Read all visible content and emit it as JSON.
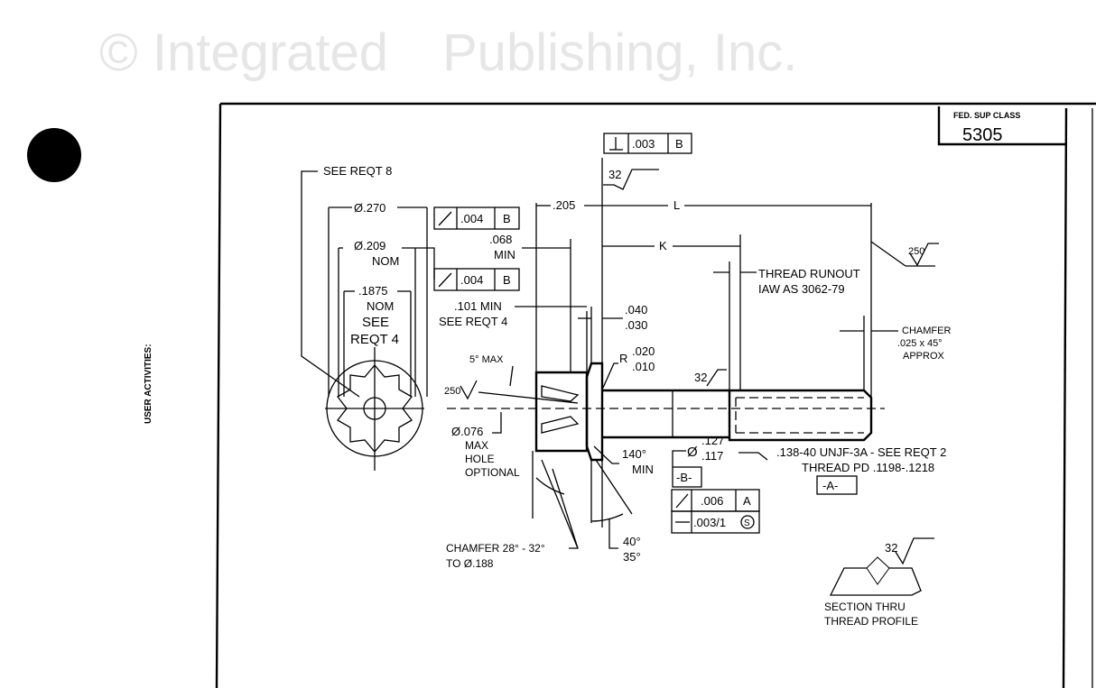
{
  "watermark": {
    "line1": "© Integrated",
    "line2": "Publishing, Inc."
  },
  "side_label": "USER ACTIVITIES:",
  "title_block": {
    "label": "FED. SUP CLASS",
    "value": "5305"
  },
  "end_view": {
    "see_reqt8": "SEE REQT 8",
    "dia270": "Ø.270",
    "dia209": "Ø.209",
    "nom1": "NOM",
    "d1875": ".1875",
    "nom2": "NOM",
    "see": "SEE",
    "reqt4": "REQT 4"
  },
  "fcf": [
    {
      "symbol": "runout",
      "tol": ".004",
      "datum": "B"
    },
    {
      "symbol": "runout",
      "tol": ".004",
      "datum": "B"
    },
    {
      "symbol": "runout",
      "tol": ".006",
      "datum": "A"
    },
    {
      "symbol": "straightness",
      "tol": ".003/1",
      "modifier": "S"
    }
  ],
  "perp_frame": {
    "tol": ".003",
    "datum": "B"
  },
  "dims": {
    "d068": ".068",
    "min1": "MIN",
    "d101": ".101 MIN",
    "see_reqt4": "SEE REQT 4",
    "d205": ".205",
    "L": "L",
    "K": "K",
    "d040": ".040",
    "d030": ".030",
    "r_label": "R",
    "r020": ".020",
    "r010": ".010",
    "five_max": "5° MAX",
    "finish250a": "250",
    "finish250b": "250",
    "finish32a": "32",
    "finish32b": "32",
    "finish32c": "32",
    "d076": "Ø.076",
    "max": "MAX",
    "hole": "HOLE",
    "optional": "OPTIONAL",
    "a140": "140°",
    "min2": "MIN",
    "dia_sym": "Ø",
    "d127": ".127",
    "d117": ".117",
    "datum_b": "-B-",
    "datum_a": "-A-",
    "chamfer1": "CHAMFER 28° - 32°",
    "chamfer1b": "TO Ø.188",
    "a40": "40°",
    "a35": "35°",
    "thread_runout": "THREAD RUNOUT",
    "iaw": "IAW AS 3062-79",
    "chamfer2": "CHAMFER",
    "chamfer2b": ".025 x 45°",
    "chamfer2c": "APPROX",
    "thread": ".138-40 UNJF-3A - SEE REQT 2",
    "thread_pd": "THREAD PD .1198-.1218",
    "section1": "SECTION  THRU",
    "section2": "THREAD PROFILE"
  }
}
